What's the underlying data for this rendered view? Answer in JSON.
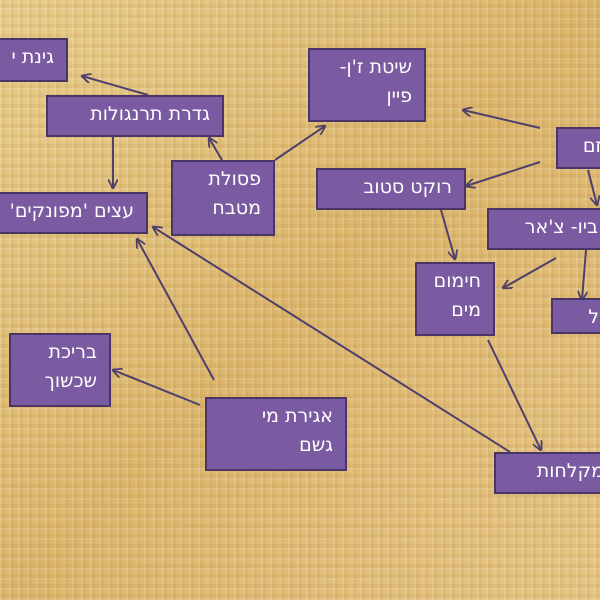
{
  "diagram": {
    "colors": {
      "node_fill": "#7a5aa0",
      "node_border": "#4a3568",
      "text": "#ffffff",
      "arrow": "#4f3f6b"
    },
    "nodes": [
      {
        "id": "ginat",
        "label": "גינת י"
      },
      {
        "id": "gderet",
        "label": "גדרת תרנגולות"
      },
      {
        "id": "psolet",
        "label": "פסולת\nמטבח"
      },
      {
        "id": "zhen",
        "label": "שיטת ז'ן-\nפיין"
      },
      {
        "id": "zm",
        "label": "זם"
      },
      {
        "id": "rocket",
        "label": "רוקט סטוב"
      },
      {
        "id": "bio",
        "label": "ביו- צ'אר"
      },
      {
        "id": "etzim",
        "label": "עצים 'מפונקים'"
      },
      {
        "id": "himum",
        "label": "חימום\nמים"
      },
      {
        "id": "el",
        "label": "ל"
      },
      {
        "id": "brecha",
        "label": "בריכת\nשכשוך"
      },
      {
        "id": "agira",
        "label": "אגירת מי\nגשם"
      },
      {
        "id": "miklahot",
        "label": "מקלחות"
      }
    ]
  }
}
